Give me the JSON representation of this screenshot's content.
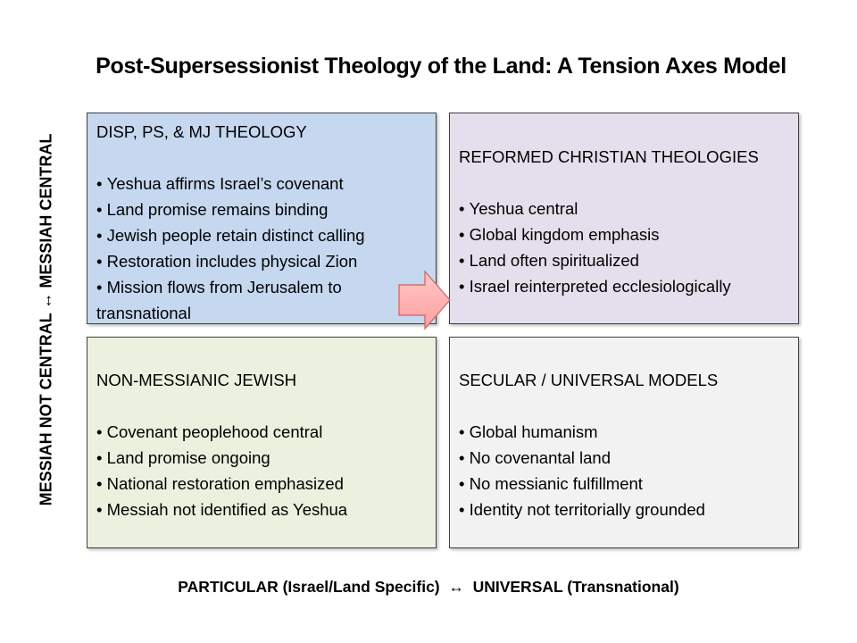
{
  "title": "Post-Supersessionist Theology of the Land: A Tension Axes Model",
  "y_axis_label": "MESSIAH NOT CENTRAL ↔ MESSIAH CENTRAL",
  "x_axis_label": "PARTICULAR (Israel/Land Specific)  ↔  UNIVERSAL (Transnational)",
  "quadrants": {
    "top_left": {
      "heading": "DISP, PS, & MJ THEOLOGY",
      "items": [
        "Yeshua affirms Israel’s covenant",
        "Land promise remains binding",
        "Jewish people retain distinct calling",
        "Restoration includes physical Zion",
        "Mission flows from Jerusalem to transnational"
      ],
      "color": "#c6d8f0"
    },
    "top_right": {
      "heading": "REFORMED CHRISTIAN THEOLOGIES",
      "items": [
        "Yeshua central",
        "Global kingdom emphasis",
        "Land often spiritualized",
        "Israel reinterpreted ecclesiologically"
      ],
      "color": "#e4dfec"
    },
    "bottom_left": {
      "heading": "NON-MESSIANIC JEWISH",
      "items": [
        "Covenant peoplehood central",
        "Land promise ongoing",
        "National restoration emphasized",
        "Messiah not identified as Yeshua"
      ],
      "color": "#ebf1de"
    },
    "bottom_right": {
      "heading": "SECULAR / UNIVERSAL MODELS",
      "items": [
        "Global humanism",
        "No covenantal land",
        "No messianic fulfillment",
        "Identity not territorially grounded"
      ],
      "color": "#f2f2f2"
    }
  },
  "arrow_icon": "right-block-arrow"
}
